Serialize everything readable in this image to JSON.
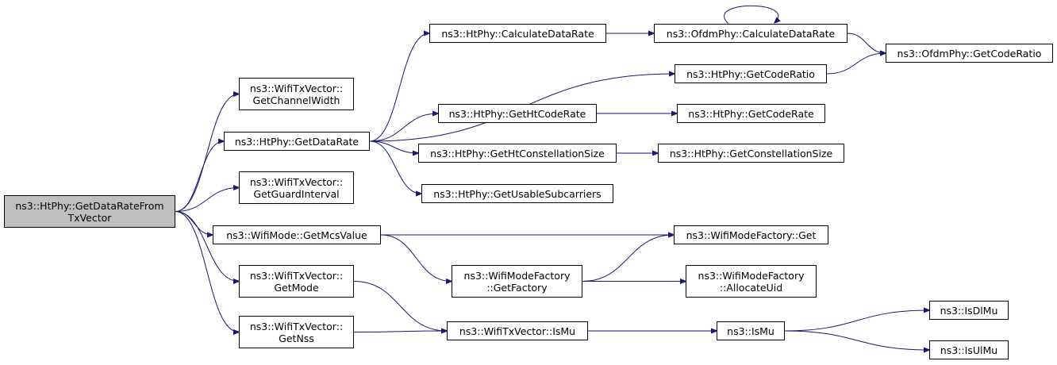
{
  "colors": {
    "edge": "#191970",
    "root_fill": "#bfbfbf",
    "node_fill": "#ffffff",
    "border": "#000000"
  },
  "nodes": {
    "root": [
      "ns3::HtPhy::GetDataRateFrom",
      "TxVector"
    ],
    "getChannelWidth": [
      "ns3::WifiTxVector::",
      "GetChannelWidth"
    ],
    "getDataRate": [
      "ns3::HtPhy::GetDataRate"
    ],
    "getGuardInterval": [
      "ns3::WifiTxVector::",
      "GetGuardInterval"
    ],
    "getMcsValue": [
      "ns3::WifiMode::GetMcsValue"
    ],
    "getMode": [
      "ns3::WifiTxVector::",
      "GetMode"
    ],
    "getNss": [
      "ns3::WifiTxVector::",
      "GetNss"
    ],
    "htCalculateDataRate": [
      "ns3::HtPhy::CalculateDataRate"
    ],
    "htGetCodeRatio": [
      "ns3::HtPhy::GetCodeRatio"
    ],
    "htGetHtCodeRate": [
      "ns3::HtPhy::GetHtCodeRate"
    ],
    "htGetHtConstellationSize": [
      "ns3::HtPhy::GetHtConstellationSize"
    ],
    "htGetUsableSubcarriers": [
      "ns3::HtPhy::GetUsableSubcarriers"
    ],
    "ofdmCalculateDataRate": [
      "ns3::OfdmPhy::CalculateDataRate"
    ],
    "ofdmGetCodeRatio": [
      "ns3::OfdmPhy::GetCodeRatio"
    ],
    "htGetCodeRate": [
      "ns3::HtPhy::GetCodeRate"
    ],
    "htGetConstellationSize": [
      "ns3::HtPhy::GetConstellationSize"
    ],
    "factoryGet": [
      "ns3::WifiModeFactory::Get"
    ],
    "getFactory": [
      "ns3::WifiModeFactory",
      "::GetFactory"
    ],
    "allocateUid": [
      "ns3::WifiModeFactory",
      "::AllocateUid"
    ],
    "txIsMu": [
      "ns3::WifiTxVector::IsMu"
    ],
    "isMu": [
      "ns3::IsMu"
    ],
    "isDlMu": [
      "ns3::IsDlMu"
    ],
    "isUlMu": [
      "ns3::IsUlMu"
    ]
  },
  "edges": [
    [
      "root",
      "getChannelWidth"
    ],
    [
      "root",
      "getDataRate"
    ],
    [
      "root",
      "getGuardInterval"
    ],
    [
      "root",
      "getMcsValue"
    ],
    [
      "root",
      "getMode"
    ],
    [
      "root",
      "getNss"
    ],
    [
      "getDataRate",
      "htCalculateDataRate"
    ],
    [
      "getDataRate",
      "htGetCodeRatio"
    ],
    [
      "getDataRate",
      "htGetHtCodeRate"
    ],
    [
      "getDataRate",
      "htGetHtConstellationSize"
    ],
    [
      "getDataRate",
      "htGetUsableSubcarriers"
    ],
    [
      "htCalculateDataRate",
      "ofdmCalculateDataRate"
    ],
    [
      "ofdmCalculateDataRate",
      "ofdmCalculateDataRate"
    ],
    [
      "ofdmCalculateDataRate",
      "ofdmGetCodeRatio"
    ],
    [
      "htGetCodeRatio",
      "ofdmGetCodeRatio"
    ],
    [
      "htGetHtCodeRate",
      "htGetCodeRate"
    ],
    [
      "htGetHtConstellationSize",
      "htGetConstellationSize"
    ],
    [
      "getMcsValue",
      "factoryGet"
    ],
    [
      "getMcsValue",
      "getFactory"
    ],
    [
      "getFactory",
      "factoryGet"
    ],
    [
      "getFactory",
      "allocateUid"
    ],
    [
      "getMode",
      "txIsMu"
    ],
    [
      "getNss",
      "txIsMu"
    ],
    [
      "txIsMu",
      "isMu"
    ],
    [
      "isMu",
      "isDlMu"
    ],
    [
      "isMu",
      "isUlMu"
    ]
  ]
}
